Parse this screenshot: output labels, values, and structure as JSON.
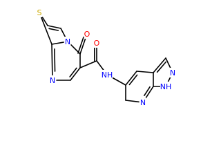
{
  "molecule": {
    "atoms": [
      {
        "id": "S1",
        "label": "S",
        "color": "#ccaa00"
      },
      {
        "id": "C2"
      },
      {
        "id": "C3"
      },
      {
        "id": "N4",
        "label": "N",
        "color": "#0000ff"
      },
      {
        "id": "C5"
      },
      {
        "id": "O6",
        "label": "O",
        "color": "#ff0000"
      },
      {
        "id": "C7"
      },
      {
        "id": "C8"
      },
      {
        "id": "N9",
        "label": "N",
        "color": "#0000ff"
      },
      {
        "id": "C10"
      },
      {
        "id": "C11"
      },
      {
        "id": "O12",
        "label": "O",
        "color": "#ff0000"
      },
      {
        "id": "N13",
        "label": "NH",
        "color": "#0000ff"
      },
      {
        "id": "C14"
      },
      {
        "id": "C15"
      },
      {
        "id": "C16"
      },
      {
        "id": "C17"
      },
      {
        "id": "N18",
        "label": "N",
        "color": "#0000ff"
      },
      {
        "id": "N19",
        "label": "NH",
        "color": "#0000ff"
      },
      {
        "id": "C20"
      },
      {
        "id": "N21",
        "label": "N",
        "color": "#0000ff"
      },
      {
        "id": "C22"
      }
    ],
    "bonds": [
      [
        "S1",
        "C2",
        1
      ],
      [
        "C2",
        "C3",
        2
      ],
      [
        "C3",
        "N4",
        1
      ],
      [
        "N4",
        "C5",
        1
      ],
      [
        "C5",
        "O6",
        2
      ],
      [
        "C5",
        "C7",
        1
      ],
      [
        "C7",
        "C8",
        2
      ],
      [
        "C8",
        "N9",
        1
      ],
      [
        "N9",
        "C10",
        2
      ],
      [
        "C10",
        "S1",
        1
      ],
      [
        "C10",
        "N4",
        1
      ],
      [
        "C7",
        "C11",
        1
      ],
      [
        "C11",
        "O12",
        2
      ],
      [
        "C11",
        "N13",
        1
      ],
      [
        "N13",
        "C14",
        1
      ],
      [
        "C14",
        "C15",
        2
      ],
      [
        "C15",
        "C16",
        1
      ],
      [
        "C16",
        "C17",
        2
      ],
      [
        "C17",
        "N18",
        1
      ],
      [
        "N18",
        "N19",
        1
      ],
      [
        "N19",
        "C20",
        1
      ],
      [
        "C20",
        "N21",
        2
      ],
      [
        "N21",
        "C22",
        1
      ],
      [
        "C22",
        "C14",
        1
      ],
      [
        "C20",
        "C16",
        1
      ]
    ]
  }
}
